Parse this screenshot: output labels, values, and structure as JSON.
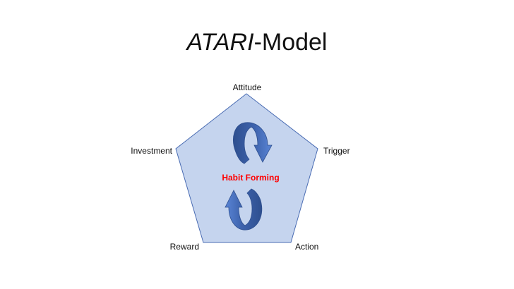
{
  "title": {
    "italic_part": "ATARI",
    "rest": "-Model"
  },
  "vertices": {
    "top": "Attitude",
    "right": "Trigger",
    "bottom_right": "Action",
    "bottom_left": "Reward",
    "left": "Investment"
  },
  "center": {
    "label": "Habit Forming",
    "color": "#ff0000"
  },
  "colors": {
    "pentagon_fill": "#c5d4ee",
    "pentagon_stroke": "#4a6cb3",
    "arrow_fill": "#4472c4",
    "arrow_dark": "#2e4f8f"
  },
  "icons": [
    "circular-arrow-clockwise-icon",
    "circular-arrow-return-icon"
  ]
}
